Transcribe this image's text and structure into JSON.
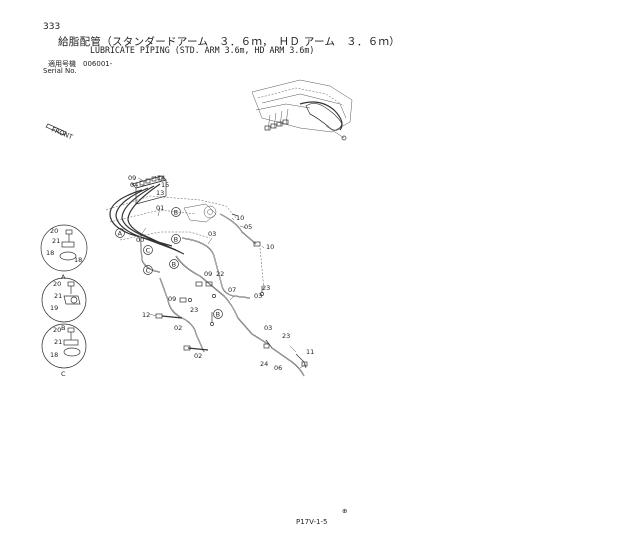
{
  "header": {
    "page_number": "333",
    "title_jp": "給脂配管（スタンダードアーム　３．６ｍ，　ＨＤ アーム　３．６ｍ）",
    "title_en": "LUBRICATE PIPING (STD. ARM 3.6m, HD ARM 3.6m)",
    "serial_jp": "適用号機　006001-",
    "serial_en": "Serial No."
  },
  "footer": {
    "page_code": "P17V-1-5"
  },
  "diagram": {
    "front_tag": "FRONT",
    "callouts": {
      "c14": "14",
      "c15": "15",
      "c13": "13",
      "c09a": "09",
      "c04": "04",
      "c01": "01",
      "c00": "00",
      "c10a": "10",
      "c05": "05",
      "c10b": "10",
      "c03a": "03",
      "c09b": "09",
      "c22a": "22",
      "c07": "07",
      "c03b": "03",
      "c23a": "23",
      "c09c": "09",
      "c23b": "23",
      "c12": "12",
      "c02a": "02",
      "c02b": "02",
      "c03c": "03",
      "c23c": "23",
      "c11": "11",
      "c24": "24",
      "c06": "06",
      "d20a": "20",
      "d21a": "21",
      "d18a": "18",
      "d18b": "18",
      "d20b": "20",
      "d21b": "21",
      "d19": "19",
      "d20c": "20",
      "d21c": "21",
      "d18c": "18"
    },
    "markers": {
      "mA": "A",
      "mB1": "B",
      "mC1": "C",
      "mB2": "B",
      "mB3": "B",
      "mB4": "B"
    },
    "details": {
      "detailA": "A",
      "detailB": "B",
      "detailC": "C"
    },
    "mark_symbol": "⊕"
  }
}
